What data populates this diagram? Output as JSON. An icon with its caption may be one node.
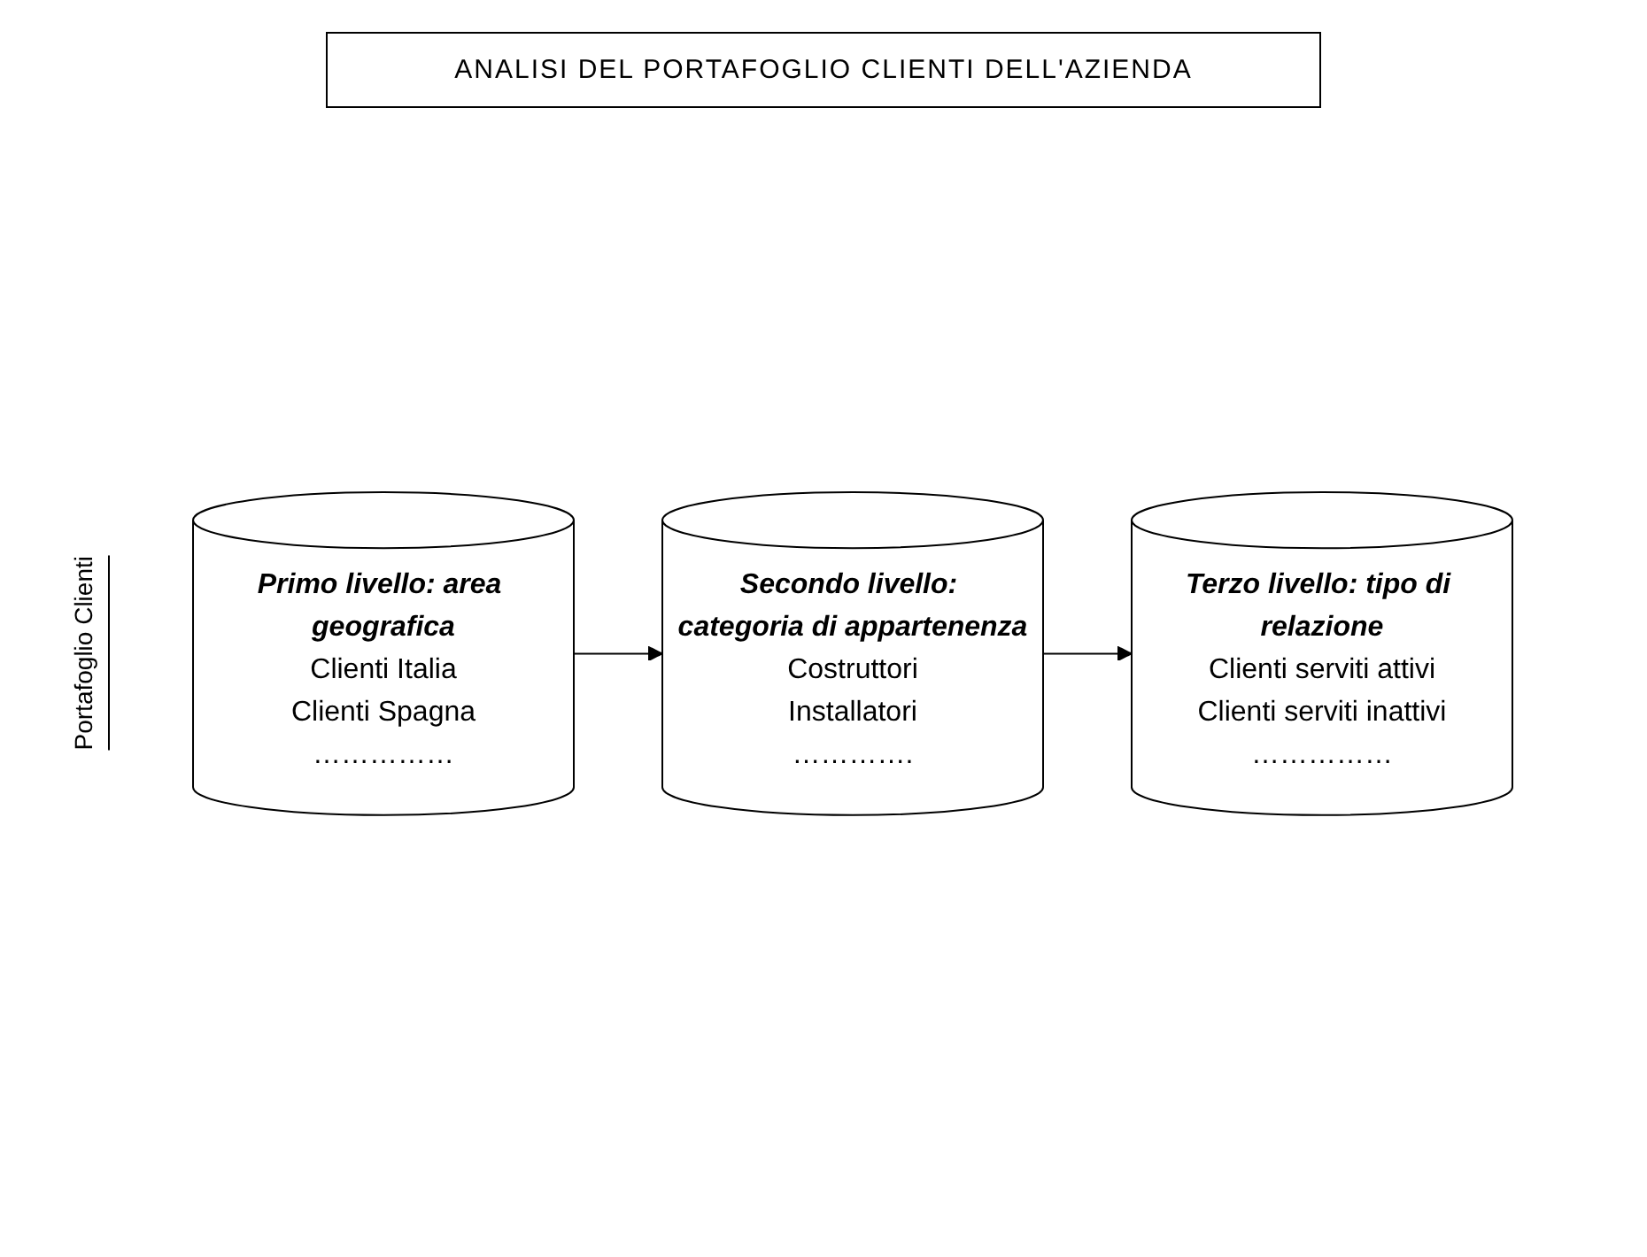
{
  "diagram": {
    "title": "ANALISI DEL PORTAFOGLIO CLIENTI DELL'AZIENDA",
    "nodes": [
      {
        "text": [
          "Primo livello: area geografica",
          "Clienti Italia",
          "Clienti Spagna",
          "……………"
        ]
      },
      {
        "text": [
          "Secondo livello: categoria di appartenenza",
          "Costruttori",
          "Installatori",
          "…………."
        ]
      },
      {
        "text": [
          "Terzo livello: tipo di relazione",
          "Clienti serviti attivi",
          "Clienti serviti inattivi",
          "……………"
        ]
      }
    ],
    "edges": [
      {
        "from": 0,
        "to": 1,
        "arrow": "to"
      },
      {
        "from": 1,
        "to": 2,
        "arrow": "to"
      }
    ],
    "labels": [
      "Portafoglio Clienti"
    ]
  }
}
